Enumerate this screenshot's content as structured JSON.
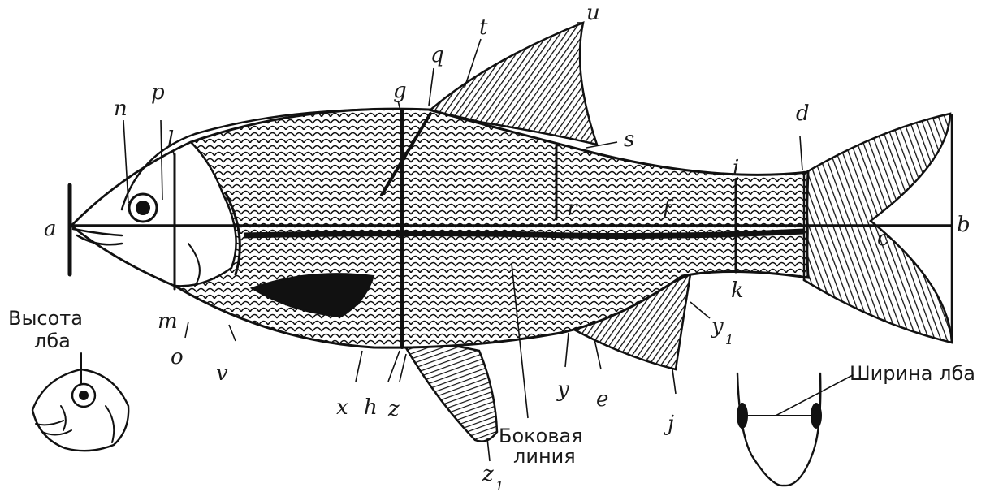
{
  "figure": {
    "measure_labels": {
      "a": "a",
      "b": "b",
      "c": "c",
      "d": "d",
      "e": "e",
      "f": "f",
      "g": "g",
      "h": "h",
      "i": "i",
      "j": "j",
      "k": "k",
      "l": "l",
      "m": "m",
      "n": "n",
      "o": "o",
      "p": "p",
      "q": "q",
      "r": "r",
      "s": "s",
      "t": "t",
      "u": "u",
      "v": "v",
      "x": "x",
      "y": "y",
      "y1": "y",
      "y1_sub": "1",
      "z": "z",
      "z1": "z",
      "z1_sub": "1"
    },
    "captions": {
      "lateral_line_1": "Боковая",
      "lateral_line_2": "линия",
      "forehead_height_1": "Высота",
      "forehead_height_2": "лба",
      "forehead_width": "Ширина лба"
    }
  }
}
